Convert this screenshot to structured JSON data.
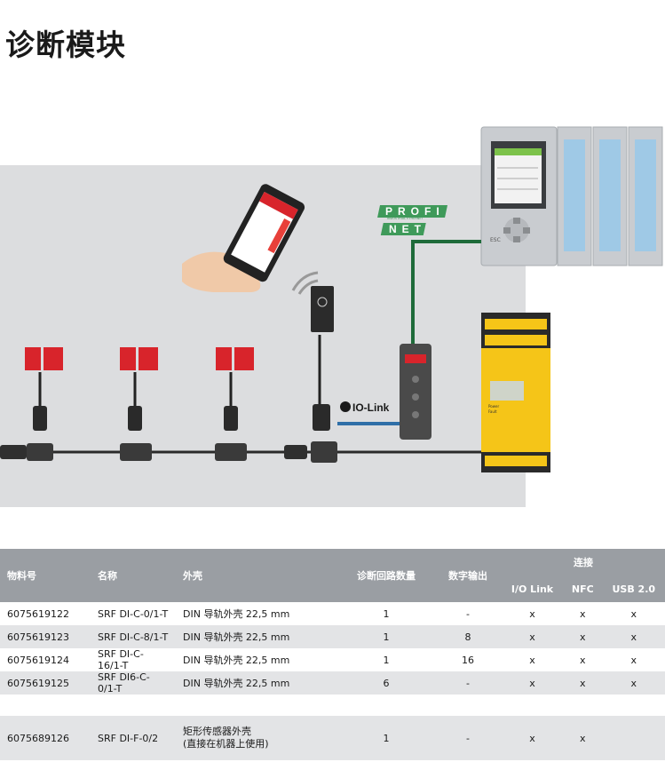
{
  "page_title": "诊断模块",
  "diagram": {
    "profinet_top": "PROFI",
    "profinet_bottom": "NET",
    "profinet_sub": "INDUSTRIAL ETHERNET",
    "iolink_label": "IO-Link",
    "plc_key": "ESC",
    "relay_label_1": "Power",
    "relay_label_2": "Fault"
  },
  "table": {
    "headers": {
      "part_no": "物料号",
      "name": "名称",
      "housing": "外壳",
      "circuits": "诊断回路数量",
      "digital_out": "数字输出",
      "connection": "连接",
      "io_link": "I/O Link",
      "nfc": "NFC",
      "usb": "USB 2.0"
    },
    "rows": [
      {
        "part_no": "6075619122",
        "name": "SRF DI-C-0/1-T",
        "housing": "DIN 导轨外壳 22,5 mm",
        "circuits": "1",
        "digital_out": "-",
        "io_link": "x",
        "nfc": "x",
        "usb": "x"
      },
      {
        "part_no": "6075619123",
        "name": "SRF DI-C-8/1-T",
        "housing": "DIN 导轨外壳 22,5 mm",
        "circuits": "1",
        "digital_out": "8",
        "io_link": "x",
        "nfc": "x",
        "usb": "x"
      },
      {
        "part_no": "6075619124",
        "name": "SRF DI-C-16/1-T",
        "housing": "DIN 导轨外壳 22,5 mm",
        "circuits": "1",
        "digital_out": "16",
        "io_link": "x",
        "nfc": "x",
        "usb": "x"
      },
      {
        "part_no": "6075619125",
        "name": "SRF DI6-C-0/1-T",
        "housing": "DIN 导轨外壳 22,5 mm",
        "circuits": "6",
        "digital_out": "-",
        "io_link": "x",
        "nfc": "x",
        "usb": "x"
      }
    ],
    "last_row": {
      "part_no": "6075689126",
      "name": "SRF DI-F-0/2",
      "housing_line1": "矩形传感器外壳",
      "housing_line2": "(直接在机器上使用)",
      "circuits": "1",
      "digital_out": "-",
      "io_link": "x",
      "nfc": "x",
      "usb": ""
    }
  }
}
